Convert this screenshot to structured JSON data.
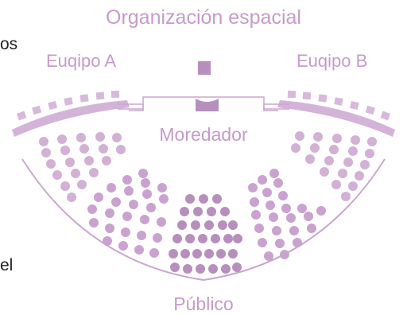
{
  "title": "Organización espacial",
  "team_a": "Euqipo A",
  "team_b": "Euqipo B",
  "moderator": "Moredador",
  "audience": "Público",
  "edge_text_top": "os",
  "edge_text_bottom": "el",
  "colors": {
    "text": "#c69bcb",
    "dark_seat": "#b78fbd",
    "mid_seat": "#d2b1d5",
    "light_seat": "#e3cde5",
    "outline": "#caa6cf"
  }
}
